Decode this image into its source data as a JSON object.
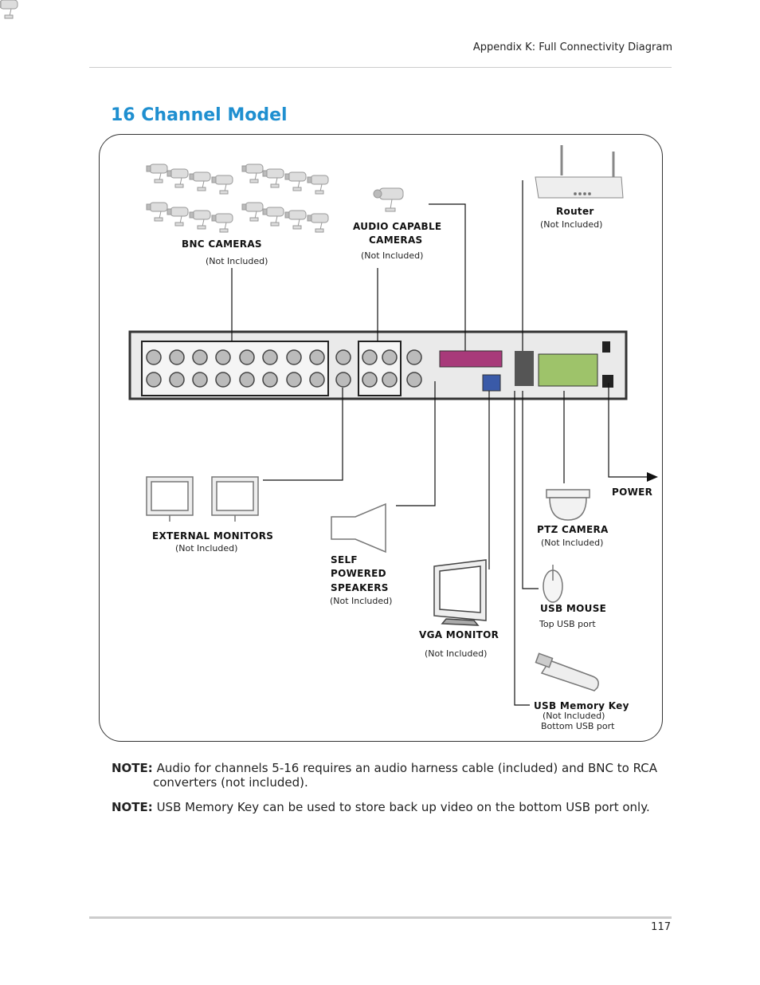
{
  "header": {
    "running_title": "Appendix K: Full Connectivity Diagram"
  },
  "section": {
    "title": "16 Channel Model"
  },
  "diagram": {
    "bnc_cameras": {
      "label": "BNC CAMERAS",
      "note": "(Not Included)"
    },
    "audio_cameras": {
      "label_line1": "AUDIO CAPABLE",
      "label_line2": "CAMERAS",
      "note": "(Not Included)"
    },
    "router": {
      "label": "Router",
      "note": "(Not Included)"
    },
    "external_monitors": {
      "label": "EXTERNAL MONITORS",
      "note": "(Not Included)"
    },
    "speakers": {
      "line1": "SELF",
      "line2": "POWERED",
      "line3": "SPEAKERS",
      "note": "(Not Included)"
    },
    "vga_monitor": {
      "label": "VGA MONITOR",
      "note": "(Not Included)"
    },
    "power": {
      "label": "POWER"
    },
    "ptz_camera": {
      "label": "PTZ CAMERA",
      "note": "(Not Included)"
    },
    "usb_mouse": {
      "label": "USB MOUSE",
      "note": "Top USB port"
    },
    "usb_key": {
      "label": "USB Memory Key",
      "note1": "(Not Included)",
      "note2": "Bottom USB port"
    }
  },
  "notes": [
    {
      "prefix": "NOTE:",
      "line1": "Audio for channels 5-16 requires an audio harness cable (included) and BNC to RCA",
      "line2": "converters (not included)."
    },
    {
      "prefix": "NOTE:",
      "line1": "USB Memory Key can be used to store back up video on the bottom USB port only."
    }
  ],
  "footer": {
    "page_number": "117"
  }
}
